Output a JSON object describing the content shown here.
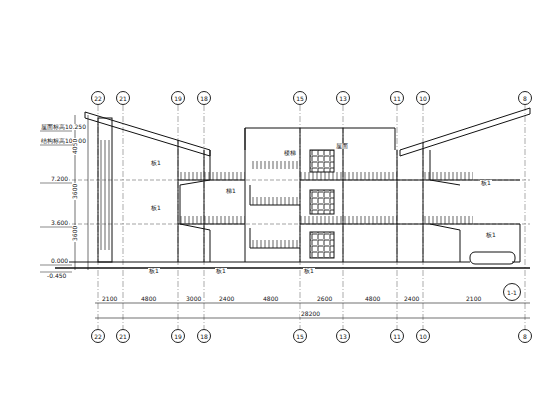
{
  "diagram": {
    "nodes": [
      {
        "text": [
          "22"
        ]
      },
      {
        "text": [
          "21"
        ]
      },
      {
        "text": [
          "19"
        ]
      },
      {
        "text": [
          "18"
        ]
      },
      {
        "text": [
          "15"
        ]
      },
      {
        "text": [
          "13"
        ]
      },
      {
        "text": [
          "11"
        ]
      },
      {
        "text": [
          "10"
        ]
      },
      {
        "text": [
          "8"
        ]
      },
      {
        "text": [
          "22"
        ]
      },
      {
        "text": [
          "21"
        ]
      },
      {
        "text": [
          "19"
        ]
      },
      {
        "text": [
          "18"
        ]
      },
      {
        "text": [
          "15"
        ]
      },
      {
        "text": [
          "13"
        ]
      },
      {
        "text": [
          "11"
        ]
      },
      {
        "text": [
          "10"
        ]
      },
      {
        "text": [
          "8"
        ]
      },
      {
        "text": [
          "1-1"
        ]
      }
    ],
    "labels": [
      "屋面标高10.250",
      "结构标高10.400",
      "7.200",
      "3.600",
      "0.000",
      "-0.450",
      "3600",
      "3600",
      "4050",
      "2100",
      "4800",
      "3000",
      "2400",
      "4800",
      "2600",
      "4800",
      "2400",
      "2100",
      "28200",
      "板1",
      "板1",
      "梯1",
      "楼梯",
      "屋面",
      "板1",
      "板1",
      "板1",
      "板1",
      "板1"
    ]
  }
}
